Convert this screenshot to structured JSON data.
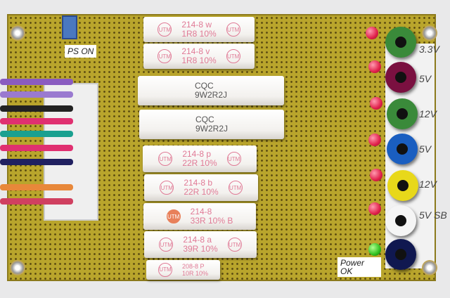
{
  "labels": {
    "ps_on": "PS ON",
    "power_ok": "Power OK"
  },
  "voltage_labels": [
    "3.3V",
    "5V",
    "12V",
    "5V",
    "12V",
    "5V SB"
  ],
  "resistors": [
    {
      "line1": "214-8 w",
      "line2": "1R8 10%"
    },
    {
      "line1": "214-8 v",
      "line2": "1R8 10%"
    },
    {
      "line1": "CQC",
      "line2": "9W2R2J"
    },
    {
      "line1": "CQC",
      "line2": "9W2R2J"
    },
    {
      "line1": "214-8 p",
      "line2": "22R 10%"
    },
    {
      "line1": "214-8 b",
      "line2": "22R 10%"
    },
    {
      "line1": "214-8",
      "line2": "33R 10% B"
    },
    {
      "line1": "214-8 a",
      "line2": "39R 10%"
    },
    {
      "line1": "208-8 P",
      "line2": "10R 10%"
    }
  ],
  "logo_text": "UTM",
  "colors": {
    "board": "#b9a52c",
    "jacks": [
      "#3a8a3a",
      "#7a1040",
      "#3a8a3a",
      "#1a5ec0",
      "#e8d81a",
      "#f5f5f5",
      "#101850"
    ]
  }
}
